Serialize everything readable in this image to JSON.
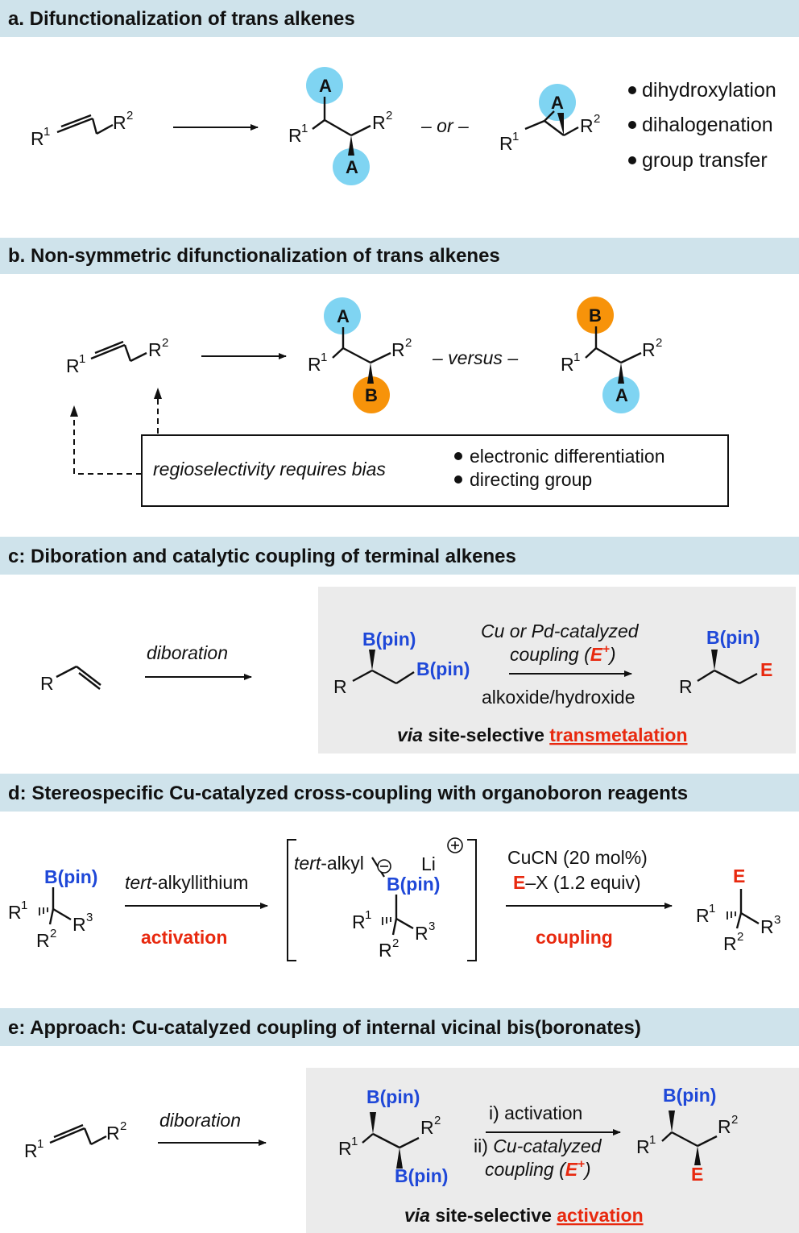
{
  "colors": {
    "header_bg": "#cfe3eb",
    "panel_bg": "#ebebeb",
    "a_circle": "#7fd4f2",
    "b_circle": "#f7930a",
    "boron_blue": "#1f48d8",
    "accent_red": "#e8290f"
  },
  "labels": {
    "R": "R",
    "R1": "R",
    "R2": "R",
    "R3": "R",
    "sup1": "1",
    "sup2": "2",
    "sup3": "3",
    "A": "A",
    "B": "B",
    "E": "E",
    "bpin": "B(pin)"
  },
  "panel_a": {
    "title": "a. Difunctionalization of trans alkenes",
    "or_text": "– or –",
    "bullets": [
      "dihydroxylation",
      "dihalogenation",
      "group transfer"
    ]
  },
  "panel_b": {
    "title": "b. Non-symmetric difunctionalization of trans alkenes",
    "versus_text": "– versus –",
    "box_text": "regioselectivity requires bias",
    "bullets": [
      "electronic differentiation",
      "directing group"
    ]
  },
  "panel_c": {
    "title": "c:  Diboration and catalytic coupling of terminal alkenes",
    "arrow_label": "diboration",
    "cond_top1": "Cu or Pd-catalyzed",
    "cond_top2": "coupling (",
    "cond_e": "E",
    "cond_plus": "+",
    "cond_close": ")",
    "cond_bottom": "alkoxide/hydroxide",
    "via": "via",
    "site": " site-selective ",
    "keyword": "transmetalation"
  },
  "panel_d": {
    "title": "d:  Stereospecific Cu-catalyzed cross-coupling with organoboron reagents",
    "reagent_tert": "tert",
    "reagent_rest": "-alkyllithium",
    "activation": "activation",
    "ate_tert": "tert",
    "ate_rest": "-alkyl",
    "li": "Li",
    "cond1": "CuCN (20 mol%)",
    "cond2_e": "E",
    "cond2_rest": "–X (1.2 equiv)",
    "coupling": "coupling"
  },
  "panel_e": {
    "title": "e:  Approach: Cu-catalyzed coupling of internal vicinal bis(boronates)",
    "arrow_label": "diboration",
    "step1": "i) activation",
    "step2_prefix": "ii) ",
    "step2_it": "Cu-catalyzed",
    "step3": "coupling (",
    "step3_e": "E",
    "step3_plus": "+",
    "step3_close": ")",
    "via": "via",
    "site": " site-selective ",
    "keyword": "activation"
  }
}
